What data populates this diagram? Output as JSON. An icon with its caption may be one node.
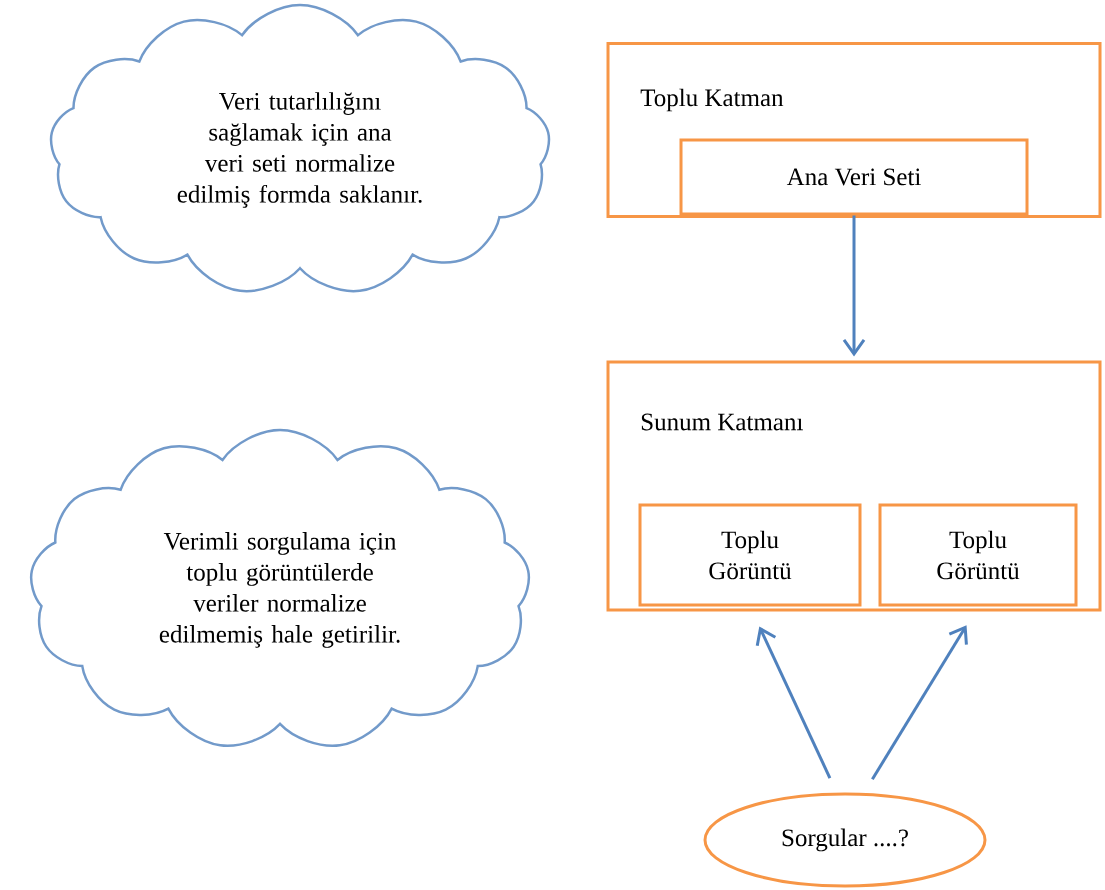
{
  "diagram": {
    "nodes": [
      {
        "text": [
          "Veri tutarlılığını sağlamak için ana veri seti normalize edilmiş formda saklanır."
        ]
      },
      {
        "text": [
          "Toplu Katman"
        ]
      },
      {
        "text": [
          "Ana Veri Seti"
        ],
        "in": 1
      },
      {
        "text": [
          "Verimli sorgulama için toplu görüntülerde veriler normalize edilmemiş hale getirilir."
        ]
      },
      {
        "text": [
          "Sunum Katmanı"
        ]
      },
      {
        "text": [
          "Toplu Görüntü"
        ],
        "in": 4
      },
      {
        "text": [
          "Toplu Görüntü"
        ],
        "in": 4
      },
      {
        "text": [
          "Sorgular ....?"
        ]
      }
    ],
    "edges": [
      {
        "from": 2,
        "to": 4,
        "arrow": "to"
      },
      {
        "from": 7,
        "to": 5,
        "arrow": "to"
      },
      {
        "from": 7,
        "to": 6,
        "arrow": "to"
      }
    ]
  }
}
